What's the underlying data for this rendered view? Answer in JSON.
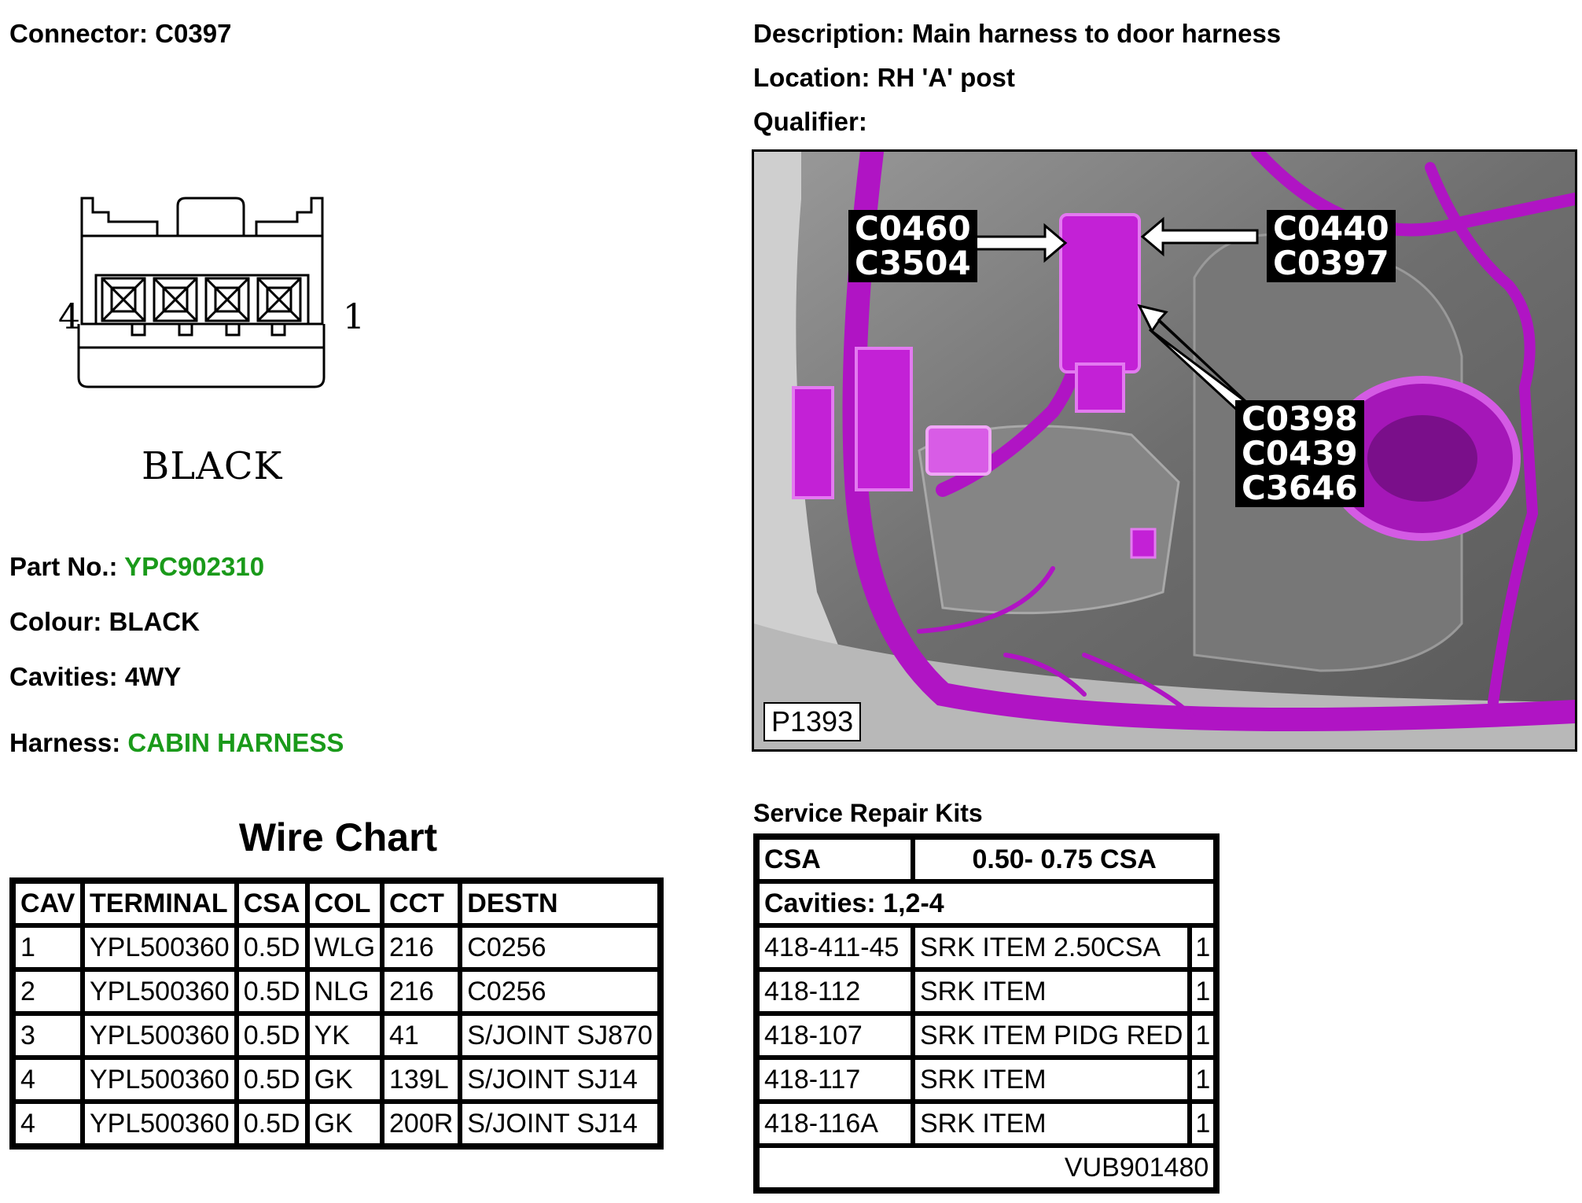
{
  "connector": {
    "label": "Connector:",
    "value": "C0397"
  },
  "description": {
    "label": "Description:",
    "value": "Main harness to door harness"
  },
  "location": {
    "label": "Location:",
    "value": "RH 'A' post"
  },
  "qualifier": {
    "label": "Qualifier:",
    "value": ""
  },
  "drawing": {
    "pin_left": "4",
    "pin_right": "1",
    "colour_text": "BLACK"
  },
  "part_no": {
    "label": "Part No.:",
    "value": "YPC902310"
  },
  "colour": {
    "label": "Colour:",
    "value": "BLACK"
  },
  "cavities": {
    "label": "Cavities:",
    "value": "4WY"
  },
  "harness": {
    "label": "Harness:",
    "value": "CABIN HARNESS"
  },
  "colors": {
    "green_value": "#1a9a1a",
    "harness_purple": "#b014c4"
  },
  "photo": {
    "id": "P1393",
    "callouts": [
      "C0460\nC3504",
      "C0440\nC0397",
      "C0398\nC0439\nC3646"
    ]
  },
  "wire_chart": {
    "title": "Wire Chart",
    "headers": [
      "CAV",
      "TERMINAL",
      "CSA",
      "COL",
      "CCT",
      "DESTN"
    ],
    "rows": [
      [
        "1",
        "YPL500360",
        "0.5D",
        "WLG",
        "216",
        "C0256"
      ],
      [
        "2",
        "YPL500360",
        "0.5D",
        "NLG",
        "216",
        "C0256"
      ],
      [
        "3",
        "YPL500360",
        "0.5D",
        "YK",
        "41",
        "S/JOINT SJ870"
      ],
      [
        "4",
        "YPL500360",
        "0.5D",
        "GK",
        "139L",
        "S/JOINT SJ14"
      ],
      [
        "4",
        "YPL500360",
        "0.5D",
        "GK",
        "200R",
        "S/JOINT SJ14"
      ]
    ]
  },
  "repair_kits": {
    "title": "Service Repair Kits",
    "csa_label": "CSA",
    "csa_value": "0.50- 0.75 CSA",
    "cavities": "Cavities: 1,2-4",
    "items": [
      [
        "418-411-45",
        "SRK ITEM 2.50CSA",
        "1"
      ],
      [
        "418-112",
        "SRK ITEM",
        "1"
      ],
      [
        "418-107",
        "SRK ITEM PIDG RED",
        "1"
      ],
      [
        "418-117",
        "SRK ITEM",
        "1"
      ],
      [
        "418-116A",
        "SRK ITEM",
        "1"
      ]
    ],
    "footer": "VUB901480"
  }
}
